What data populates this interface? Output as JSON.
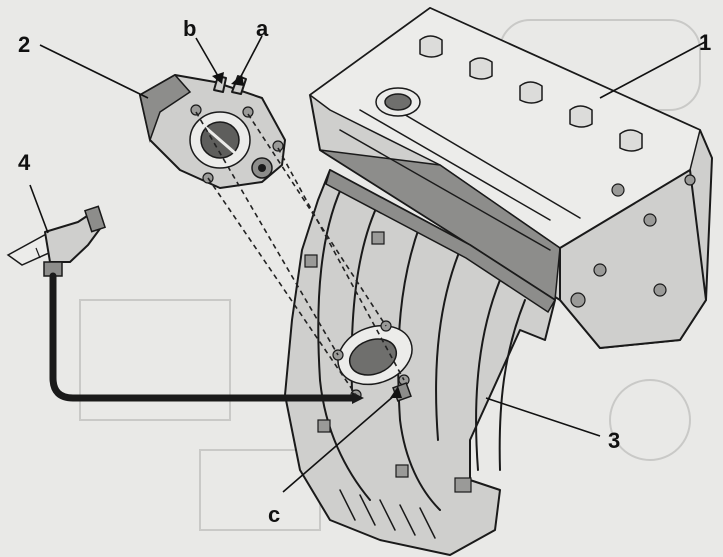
{
  "callouts": {
    "part_1": "1",
    "part_2": "2",
    "part_3": "3",
    "part_4": "4",
    "point_a": "a",
    "point_b": "b",
    "point_c": "c"
  },
  "colors": {
    "background": "#e9e9e7",
    "ink": "#1a1a1a",
    "metal_light": "#cfcfcd",
    "metal_dark": "#8d8d8b"
  }
}
